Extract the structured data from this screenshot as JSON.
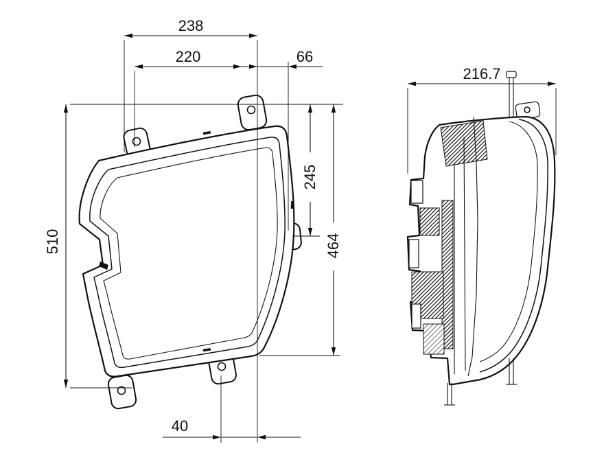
{
  "drawing": {
    "background": "#ffffff",
    "line_color": "#111111",
    "dimensions": {
      "front_width_outer": "238",
      "front_width_inner": "220",
      "front_offset_top_right": "66",
      "side_depth": "216.7",
      "front_height_upper": "245",
      "front_height_right": "464",
      "front_height_overall": "510",
      "front_offset_bottom": "40"
    }
  }
}
